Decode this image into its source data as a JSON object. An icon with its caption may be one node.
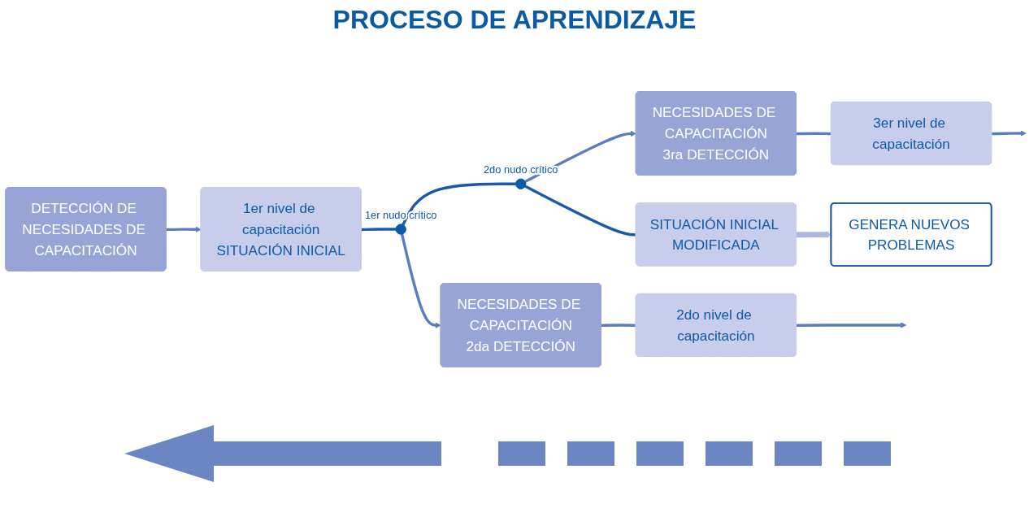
{
  "diagram": {
    "title": "PROCESO DE APRENDIZAJE",
    "nodes": [
      {
        "text": [
          "1er nivel de capacitación",
          "SITUACIÓN INICIAL"
        ]
      },
      {
        "text": [],
        "shape": "circle",
        "beside": [
          "1er nudo crítico"
        ]
      },
      {
        "text": [],
        "shape": "circle",
        "beside": [
          "2do nudo crítico"
        ]
      },
      {
        "text": [
          "SITUACIÓN INICIAL MODIFICADA"
        ]
      },
      {
        "text": [
          "2do nivel de capacitación"
        ]
      },
      {
        "text": [
          "3er nivel de capacitación"
        ]
      },
      {
        "text": [
          "DETECCIÓN DE NECESIDADES DE CAPACITACIÓN"
        ]
      },
      {
        "text": [
          "NECESIDADES DE CAPACITACIÓN",
          "2da DETECCIÓN"
        ]
      },
      {
        "text": [
          "NECESIDADES DE CAPACITACIÓN",
          "3ra DETECCIÓN"
        ]
      },
      {
        "text": [
          "GENERA NUEVOS PROBLEMAS"
        ]
      }
    ],
    "edges": [
      {
        "from": 0,
        "to": 1,
        "arrow": "none",
        "color": "#1a5aa8"
      },
      {
        "from": 1,
        "to": 2,
        "arrow": "none",
        "color": "#1a5aa8"
      },
      {
        "from": 2,
        "to": 3,
        "arrow": "none",
        "color": "#1a5aa8"
      },
      {
        "from": 6,
        "to": 0,
        "arrow": "to"
      },
      {
        "from": 1,
        "to": 7,
        "arrow": "to"
      },
      {
        "from": 7,
        "to": 4,
        "arrow": "none"
      },
      {
        "from": 4,
        "to": null,
        "arrow": "to"
      },
      {
        "from": 2,
        "to": 8,
        "arrow": "to"
      },
      {
        "from": 8,
        "to": 5,
        "arrow": "none"
      },
      {
        "from": 5,
        "to": null,
        "arrow": "to"
      },
      {
        "from": 3,
        "to": 9,
        "arrow": "to",
        "style": "thick",
        "color": "#aeb8de"
      }
    ]
  }
}
